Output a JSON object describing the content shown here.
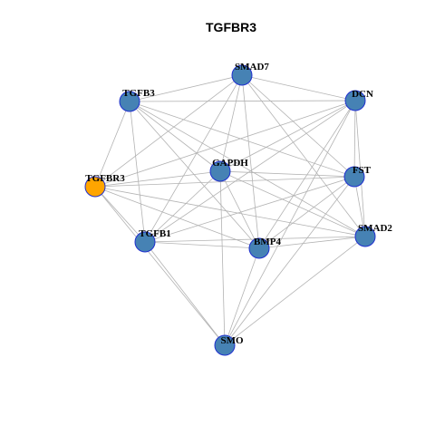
{
  "title": "TGFBR3",
  "colors": {
    "node_default": "#4682b4",
    "node_focus": "#ffa500",
    "node_border": "#1f2fcf",
    "edge": "#b3b3b3",
    "background": "#ffffff"
  },
  "nodes": [
    {
      "id": "SMAD7",
      "label": "SMAD7"
    },
    {
      "id": "TGFB3",
      "label": "TGFB3"
    },
    {
      "id": "DCN",
      "label": "DCN"
    },
    {
      "id": "GAPDH",
      "label": "GAPDH"
    },
    {
      "id": "TGFBR3",
      "label": "TGFBR3",
      "focus": true
    },
    {
      "id": "FST",
      "label": "FST"
    },
    {
      "id": "SMAD2",
      "label": "SMAD2"
    },
    {
      "id": "TGFB1",
      "label": "TGFB1"
    },
    {
      "id": "BMP4",
      "label": "BMP4"
    },
    {
      "id": "SMO",
      "label": "SMO"
    }
  ],
  "edges": [
    [
      "SMAD7",
      "TGFB3"
    ],
    [
      "SMAD7",
      "DCN"
    ],
    [
      "SMAD7",
      "GAPDH"
    ],
    [
      "SMAD7",
      "TGFBR3"
    ],
    [
      "SMAD7",
      "FST"
    ],
    [
      "SMAD7",
      "SMAD2"
    ],
    [
      "SMAD7",
      "TGFB1"
    ],
    [
      "SMAD7",
      "BMP4"
    ],
    [
      "TGFB3",
      "DCN"
    ],
    [
      "TGFB3",
      "GAPDH"
    ],
    [
      "TGFB3",
      "TGFBR3"
    ],
    [
      "TGFB3",
      "FST"
    ],
    [
      "TGFB3",
      "SMAD2"
    ],
    [
      "TGFB3",
      "TGFB1"
    ],
    [
      "TGFB3",
      "BMP4"
    ],
    [
      "DCN",
      "GAPDH"
    ],
    [
      "DCN",
      "TGFBR3"
    ],
    [
      "DCN",
      "FST"
    ],
    [
      "DCN",
      "SMAD2"
    ],
    [
      "DCN",
      "TGFB1"
    ],
    [
      "DCN",
      "BMP4"
    ],
    [
      "DCN",
      "SMO"
    ],
    [
      "GAPDH",
      "TGFBR3"
    ],
    [
      "GAPDH",
      "FST"
    ],
    [
      "GAPDH",
      "SMAD2"
    ],
    [
      "GAPDH",
      "TGFB1"
    ],
    [
      "GAPDH",
      "BMP4"
    ],
    [
      "GAPDH",
      "SMO"
    ],
    [
      "TGFBR3",
      "FST"
    ],
    [
      "TGFBR3",
      "SMAD2"
    ],
    [
      "TGFBR3",
      "TGFB1"
    ],
    [
      "TGFBR3",
      "BMP4"
    ],
    [
      "TGFBR3",
      "SMO"
    ],
    [
      "FST",
      "SMAD2"
    ],
    [
      "FST",
      "TGFB1"
    ],
    [
      "FST",
      "BMP4"
    ],
    [
      "FST",
      "SMO"
    ],
    [
      "SMAD2",
      "TGFB1"
    ],
    [
      "SMAD2",
      "BMP4"
    ],
    [
      "SMAD2",
      "SMO"
    ],
    [
      "TGFB1",
      "BMP4"
    ],
    [
      "TGFB1",
      "SMO"
    ],
    [
      "BMP4",
      "SMO"
    ]
  ]
}
